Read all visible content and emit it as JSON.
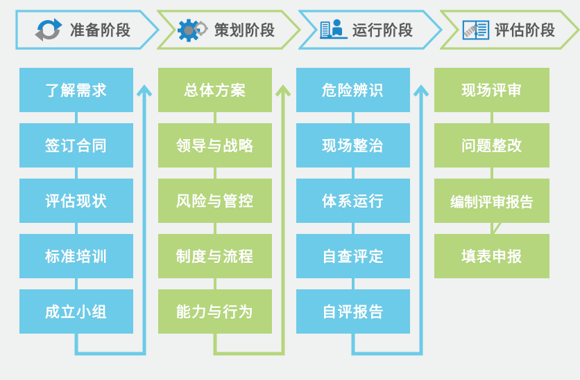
{
  "palette": {
    "background": "#f0f1f1",
    "blue": "#6ccbe8",
    "green": "#b5d67c",
    "icon_blue": "#1b87c9",
    "icon_gray": "#8c8c8c",
    "header_text": "#595959",
    "node_text": "#ffffff"
  },
  "header": {
    "stages": [
      {
        "label": "准备阶段",
        "icon": "refresh-cycle-icon",
        "color": "#6ccbe8"
      },
      {
        "label": "策划阶段",
        "icon": "gears-icon",
        "color": "#b5d67c"
      },
      {
        "label": "运行阶段",
        "icon": "person-at-desk-icon",
        "color": "#6ccbe8"
      },
      {
        "label": "评估阶段",
        "icon": "book-and-pencil-icon",
        "color": "#b5d67c"
      }
    ]
  },
  "columns": [
    {
      "stage": "准备阶段",
      "color": "blue",
      "nodes": [
        {
          "label": "了解需求"
        },
        {
          "label": "签订合同"
        },
        {
          "label": "评估现状"
        },
        {
          "label": "标准培训"
        },
        {
          "label": "成立小组"
        }
      ]
    },
    {
      "stage": "策划阶段",
      "color": "green",
      "nodes": [
        {
          "label": "总体方案"
        },
        {
          "label": "领导与战略"
        },
        {
          "label": "风险与管控"
        },
        {
          "label": "制度与流程"
        },
        {
          "label": "能力与行为"
        }
      ]
    },
    {
      "stage": "运行阶段",
      "color": "blue",
      "nodes": [
        {
          "label": "危险辨识"
        },
        {
          "label": "现场整治"
        },
        {
          "label": "体系运行"
        },
        {
          "label": "自查评定"
        },
        {
          "label": "自评报告"
        }
      ]
    },
    {
      "stage": "评估阶段",
      "color": "green",
      "nodes": [
        {
          "label": "现场评审"
        },
        {
          "label": "问题整改"
        },
        {
          "label": "编制评审报告"
        },
        {
          "label": "填表申报"
        }
      ]
    }
  ],
  "connectors": [
    {
      "from_column": "准备阶段",
      "to_column": "策划阶段",
      "color": "#6ccbe8",
      "kind": "loop-back-arrow"
    },
    {
      "from_column": "策划阶段",
      "to_column": "运行阶段",
      "color": "#b5d67c",
      "kind": "loop-back-arrow"
    },
    {
      "from_column": "运行阶段",
      "to_column": "评估阶段",
      "color": "#6ccbe8",
      "kind": "loop-back-arrow"
    }
  ]
}
